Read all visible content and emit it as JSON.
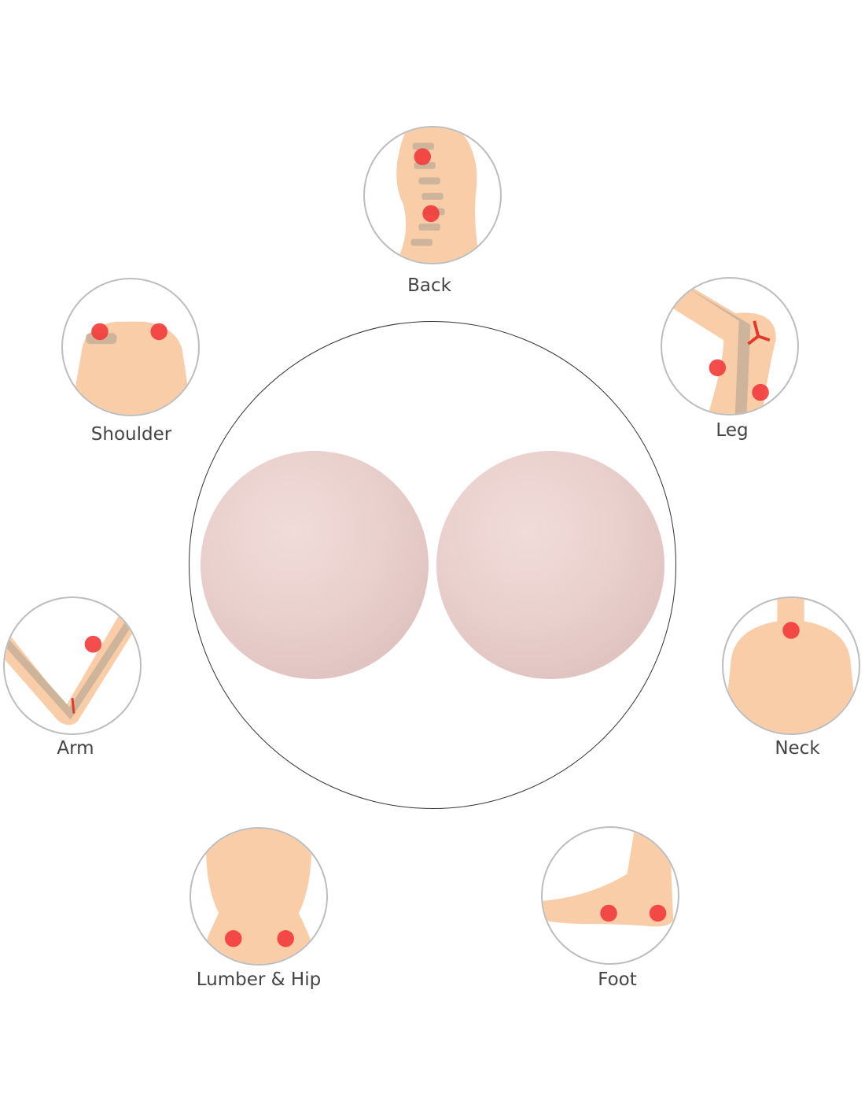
{
  "areas": [
    {
      "label": "Back",
      "icon": "back-spine-icon"
    },
    {
      "label": "Shoulder",
      "icon": "shoulder-icon"
    },
    {
      "label": "Leg",
      "icon": "knee-leg-icon"
    },
    {
      "label": "Arm",
      "icon": "elbow-arm-icon"
    },
    {
      "label": "Neck",
      "icon": "neck-icon"
    },
    {
      "label": "Lumber & Hip",
      "icon": "lower-back-hip-icon"
    },
    {
      "label": "Foot",
      "icon": "foot-icon"
    }
  ],
  "colors": {
    "skin": "#f8cda8",
    "bone": "#cdb49a",
    "pain": "#f23a3a",
    "ball": "#e9d0cd",
    "ring": "#bdbdbd"
  }
}
